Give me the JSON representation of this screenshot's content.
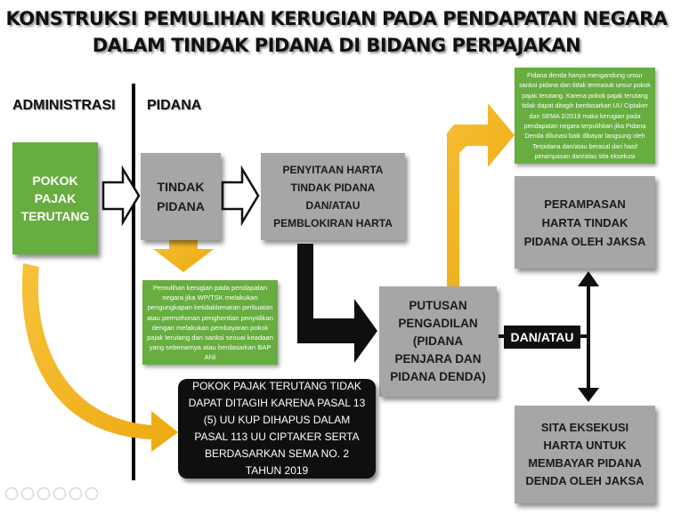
{
  "title": {
    "line1": "KONSTRUKSI PEMULIHAN KERUGIAN PADA PENDAPATAN NEGARA",
    "line2": "DALAM TINDAK PIDANA DI BIDANG PERPAJAKAN"
  },
  "sections": {
    "administrasi": "ADMINISTRASI",
    "pidana": "PIDANA"
  },
  "nodes": {
    "pokok_pajak": "POKOK PAJAK TERUTANG",
    "tindak_pidana": "TINDAK PIDANA",
    "penyitaan": "PENYITAAN HARTA TINDAK PIDANA DAN/ATAU PEMBLOKIRAN HARTA",
    "putusan": "PUTUSAN PENGADILAN (PIDANA PENJARA DAN PIDANA DENDA)",
    "perampasan": "PERAMPASAN HARTA TINDAK PIDANA OLEH JAKSA",
    "sita_eksekusi": "SITA EKSEKUSI HARTA UNTUK MEMBAYAR PIDANA DENDA OLEH JAKSA",
    "tidak_dapat_ditagih": "POKOK PAJAK TERUTANG TIDAK DAPAT DITAGIH KARENA PASAL 13 (5) UU KUP DIHAPUS DALAM PASAL 113 UU CIPTAKER SERTA BERDASARKAN SEMA NO. 2 TAHUN 2019"
  },
  "labels": {
    "dan_atau": "DAN/ATAU"
  },
  "notes": {
    "pemulihan": "Pemulihan kerugian pada pendapatan negara jika WP/TSK melakukan pengungkapan ketidakbenaran perbuatan atau permohonan penghentian penyidikan dengan melakukan pembayaran pokok pajak terutang dan sanksi sesuai keadaan yang sebenarnya atau berdasarkan BAP Ahli",
    "pidana_denda": "Pidana denda hanya mengandung unsur sanksi pidana dan tidak termasuk unsur pokok pajak terutang. Karena pokok pajak terutang tidak dapat ditagih berdasarkan UU Ciptaker dan SEMA 2/2019 maka kerugian pada pendapatan negara terpulihkan jika Pidana Denda dilunasi baik dibayar langsung oleh Terpidana dan/atau berasal dari hasil perampasan dan/atau sita eksekusi"
  },
  "colors": {
    "green": "#67ad3f",
    "gray": "#a6a6a6",
    "gold": "#f3b41a",
    "black": "#0f0f0f"
  }
}
